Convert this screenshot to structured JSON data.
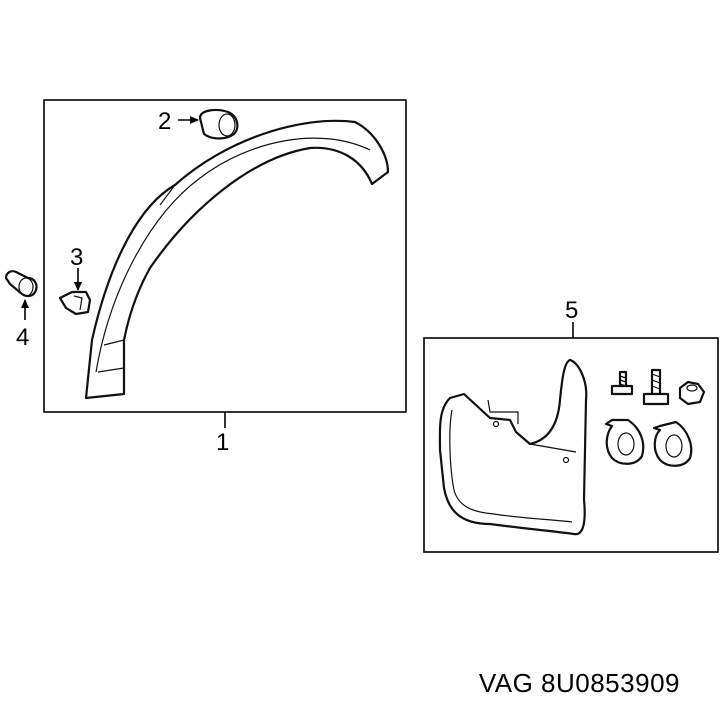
{
  "callouts": {
    "c1": "1",
    "c2": "2",
    "c3": "3",
    "c4": "4",
    "c5": "5"
  },
  "part_number": "VAG 8U0853909"
}
